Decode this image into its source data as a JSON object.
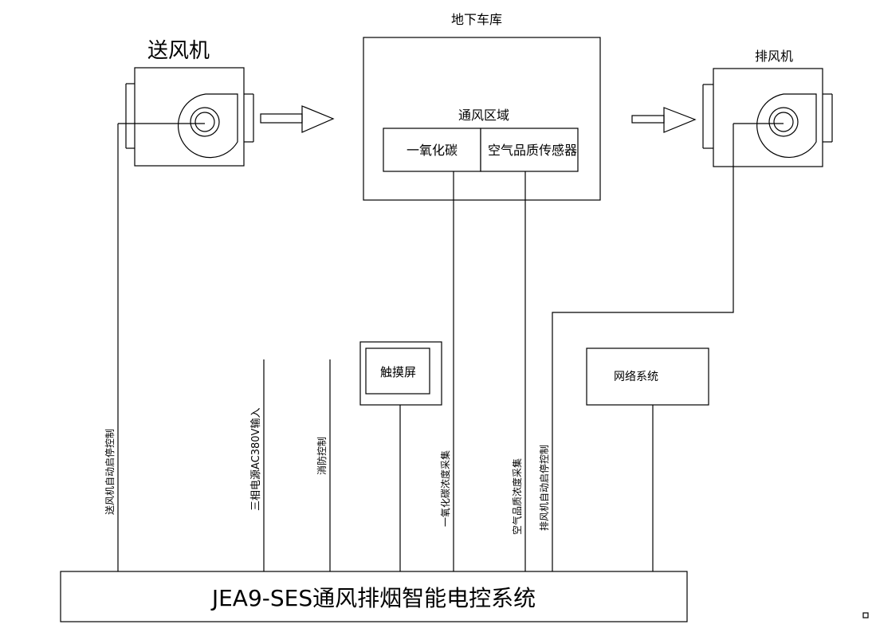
{
  "fan_supply": {
    "label": "送风机"
  },
  "fan_exhaust": {
    "label": "排风机"
  },
  "garage": {
    "label": "地下车库"
  },
  "zone": {
    "label": "通风区域"
  },
  "sensor_co": {
    "label": "一氧化碳"
  },
  "sensor_aq": {
    "label": "空气品质传感器"
  },
  "touchscreen": {
    "label": "触摸屏"
  },
  "network": {
    "label": "网络系统"
  },
  "controller": {
    "label": "JEA9-SES通风排烟智能电控系统"
  },
  "wires": {
    "supply_fan_ctrl": "送风机自动启停控制",
    "power_input": "三相电源AC380V输入",
    "fire_ctrl": "消防控制",
    "co_collect": "一氧化碳浓度采集",
    "aq_collect": "空气品质浓度采集",
    "exhaust_fan_ctrl": "排风机自动启停控制"
  }
}
